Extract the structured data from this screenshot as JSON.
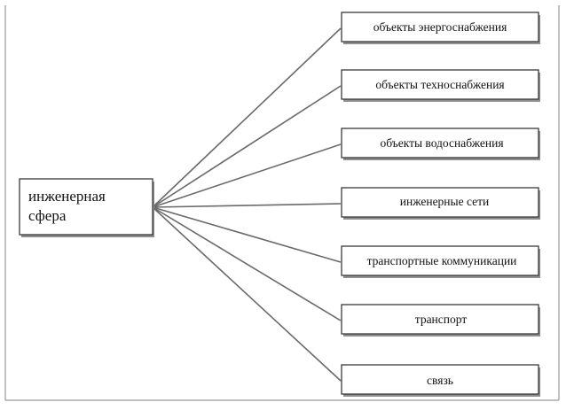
{
  "root": {
    "lines": [
      "инженерная",
      "сфера"
    ]
  },
  "items": [
    {
      "label": "объекты энергоснабжения"
    },
    {
      "label": "объекты техноснабжения"
    },
    {
      "label": "объекты водоснабжения"
    },
    {
      "label": "инженерные сети"
    },
    {
      "label": "транспортные коммуникации"
    },
    {
      "label": "транспорт"
    },
    {
      "label": "связь"
    }
  ]
}
